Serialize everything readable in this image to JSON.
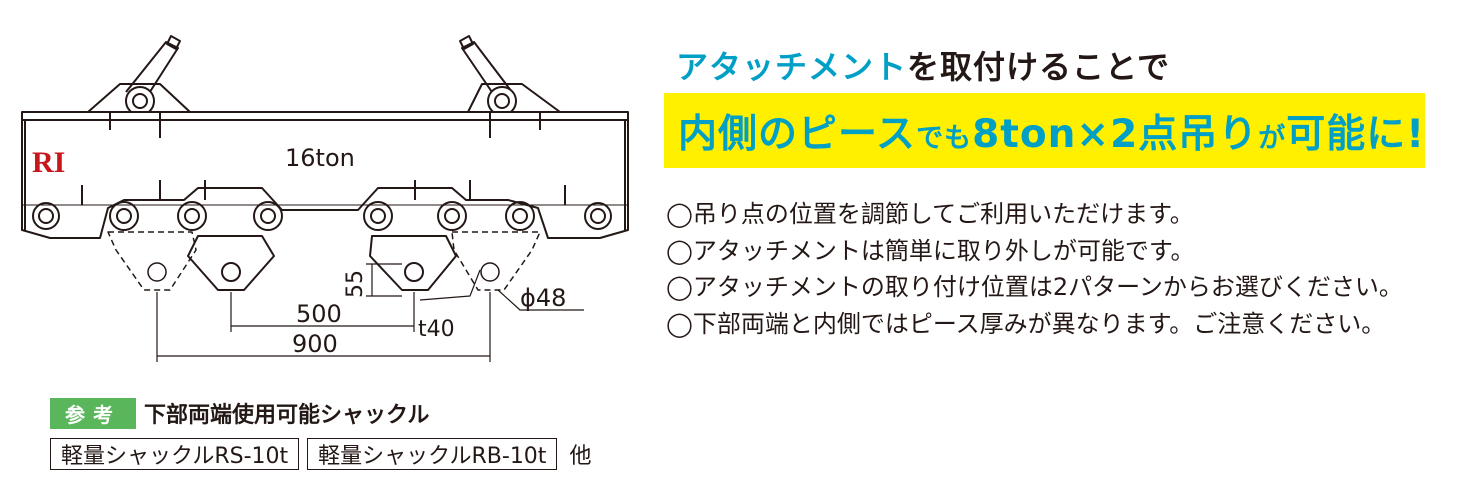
{
  "diagram": {
    "logo_text": "RI",
    "capacity_label": "16ton",
    "dim_55": "55",
    "dim_500": "500",
    "dim_900": "900",
    "dim_t40": "t40",
    "dim_phi48": "ϕ48"
  },
  "heading": {
    "accent": "アタッチメント",
    "rest": "を取付けることで"
  },
  "banner": {
    "part1": "内側のピース",
    "part2": "でも",
    "part3": "8ton",
    "part4": "×",
    "part5": "2点吊り",
    "part6": "が",
    "part7": "可能に!"
  },
  "features": [
    "◯吊り点の位置を調節してご利用いただけます。",
    "◯アタッチメントは簡単に取り外しが可能です。",
    "◯アタッチメントの取り付け位置は2パターンからお選びください。",
    "◯下部両端と内側ではピース厚みが異なります。ご注意ください。"
  ],
  "reference": {
    "tag": "参考",
    "title": "下部両端使用可能シャックル"
  },
  "models": [
    "軽量シャックルRS-10t",
    "軽量シャックルRB-10t"
  ],
  "models_suffix": "他",
  "colors": {
    "accent": "#00a0c6",
    "banner_bg": "#fff000",
    "tag_bg": "#5ab65a",
    "logo": "#c8161d",
    "line": "#231815"
  }
}
